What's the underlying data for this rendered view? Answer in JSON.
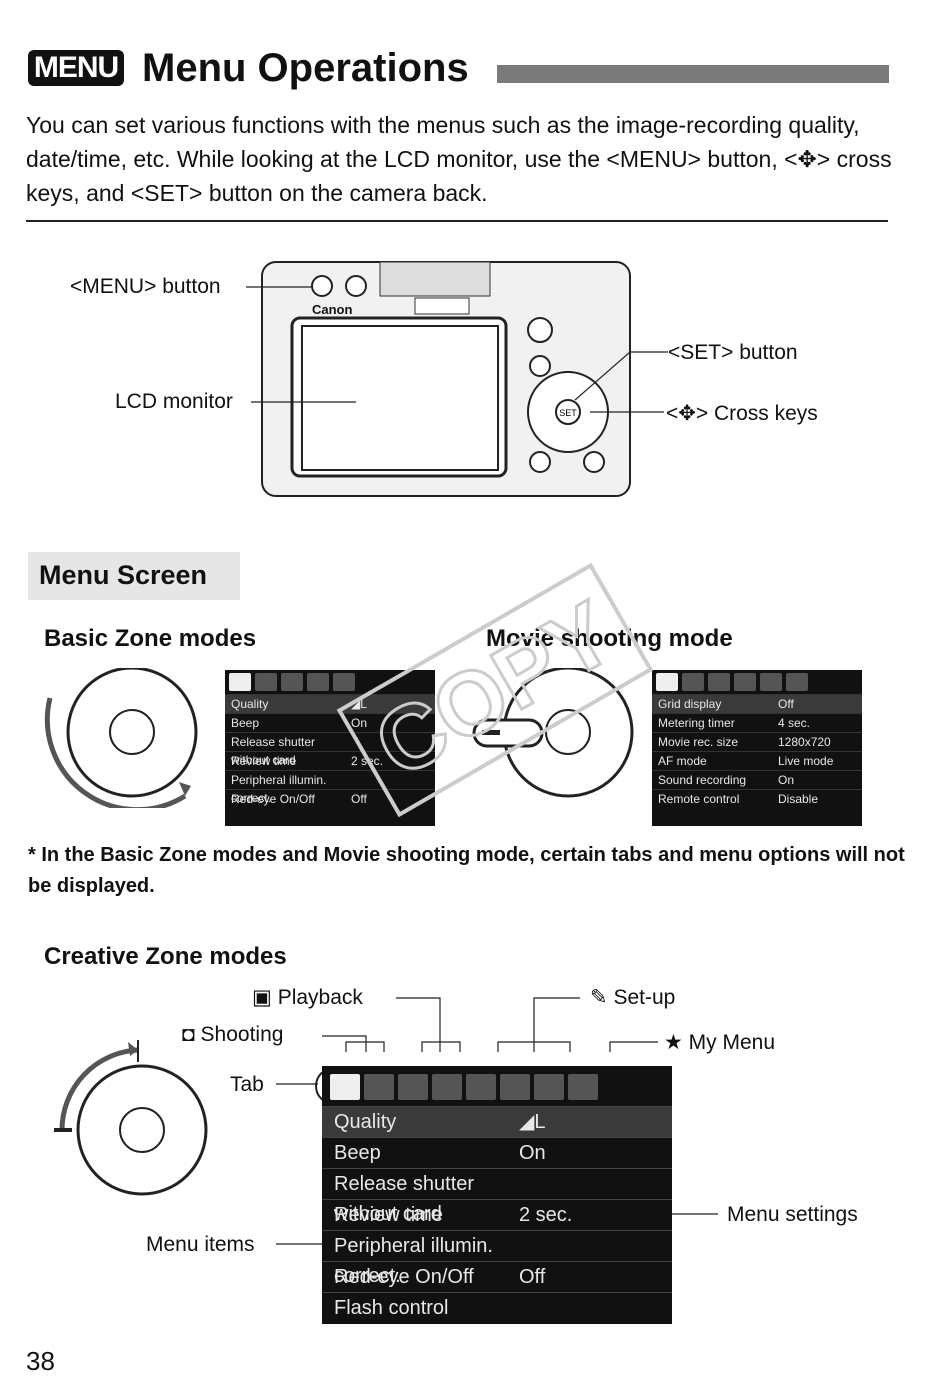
{
  "header": {
    "badge": "MENU",
    "title": "Menu Operations"
  },
  "intro": "You can set various functions with the menus such as the image-recording quality, date/time, etc. While looking at the LCD monitor, use the <MENU> button, <✥> cross keys, and <SET> button on the camera back.",
  "camera": {
    "menu_button_label": "<MENU> button",
    "lcd_label": "LCD monitor",
    "set_button_label": "<SET> button",
    "cross_keys_label": "<✥> Cross keys",
    "brand": "Canon"
  },
  "menu_screen": {
    "heading": "Menu Screen",
    "basic_zone": "Basic Zone modes",
    "movie_mode": "Movie shooting mode",
    "note": "* In the Basic Zone modes and Movie shooting mode, certain tabs and menu options will not be displayed.",
    "basic_rows": [
      {
        "k": "Quality",
        "v": "◢L"
      },
      {
        "k": "Beep",
        "v": "On"
      },
      {
        "k": "Release shutter without card",
        "v": ""
      },
      {
        "k": "Review time",
        "v": "2 sec."
      },
      {
        "k": "Peripheral illumin. correct.",
        "v": ""
      },
      {
        "k": "Red-eye On/Off",
        "v": "Off"
      }
    ],
    "movie_rows": [
      {
        "k": "Grid display",
        "v": "Off"
      },
      {
        "k": "Metering timer",
        "v": "4 sec."
      },
      {
        "k": "Movie rec. size",
        "v": "1280x720"
      },
      {
        "k": "AF mode",
        "v": "Live mode"
      },
      {
        "k": "Sound recording",
        "v": "On"
      },
      {
        "k": "Remote control",
        "v": "Disable"
      }
    ]
  },
  "creative": {
    "heading": "Creative Zone modes",
    "playback": "Playback",
    "setup": "Set-up",
    "shooting": "Shooting",
    "mymenu": "My Menu",
    "tab": "Tab",
    "menu_items": "Menu items",
    "menu_settings": "Menu settings",
    "rows": [
      {
        "k": "Quality",
        "v": "◢L"
      },
      {
        "k": "Beep",
        "v": "On"
      },
      {
        "k": "Release shutter without card",
        "v": ""
      },
      {
        "k": "Review time",
        "v": "2 sec."
      },
      {
        "k": "Peripheral illumin. correct.",
        "v": ""
      },
      {
        "k": "Red-eye On/Off",
        "v": "Off"
      },
      {
        "k": "Flash control",
        "v": ""
      }
    ]
  },
  "watermark": "COPY",
  "page_number": "38"
}
